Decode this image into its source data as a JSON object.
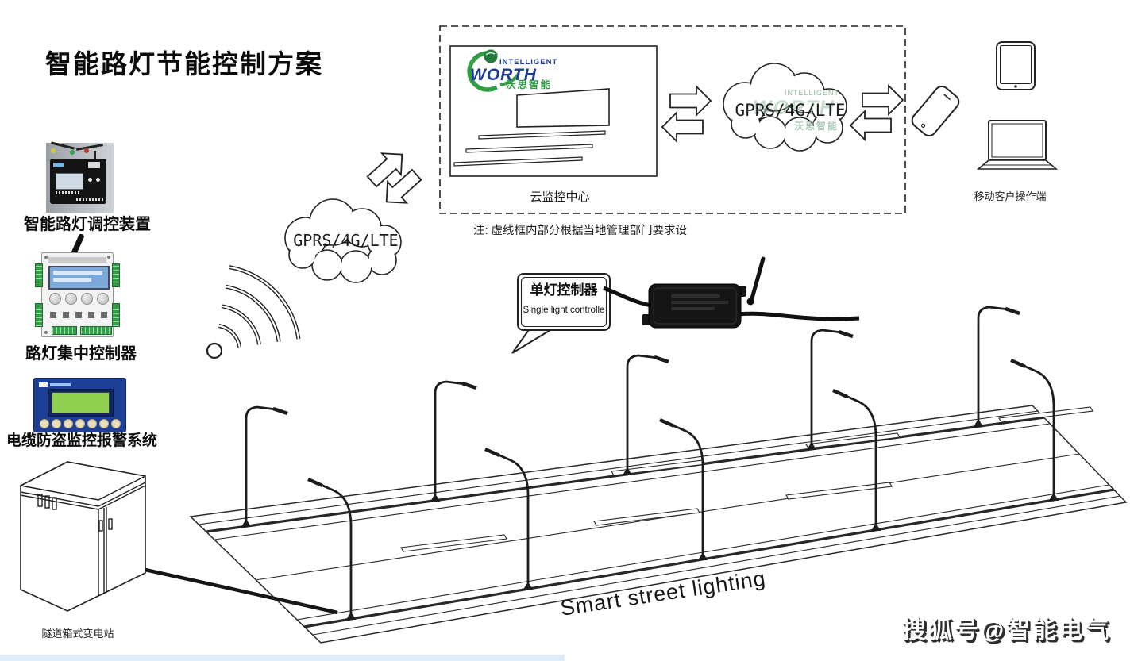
{
  "title": "智能路灯节能控制方案",
  "left_devices": {
    "items": [
      {
        "label": "智能路灯调控装置"
      },
      {
        "label": "路灯集中控制器"
      },
      {
        "label": "电缆防盗监控报警系统"
      }
    ]
  },
  "cabinet": {
    "label": "隧道箱式变电站"
  },
  "network": {
    "cloud_left_label": "GPRS/4G/LTE",
    "cloud_center_label": "GPRS/4G/LTE"
  },
  "monitoring_center": {
    "caption": "云监控中心",
    "logo_top": "INTELLIGENT",
    "logo_main": "WORTH",
    "logo_cn": "沃思智能"
  },
  "cloud_watermark": {
    "top": "INTELLIGENT",
    "main": "WORTH",
    "cn": "沃思智能"
  },
  "note": "注: 虚线框内部分根据当地管理部门要求设",
  "callout": {
    "title": "单灯控制器",
    "subtitle": "Single light controlle"
  },
  "mobile_clients": {
    "label": "移动客户操作端"
  },
  "road": {
    "label": "Smart street lighting"
  },
  "site_watermark": "搜狐号@智能电气",
  "colors": {
    "line": "#222222",
    "brand_green": "#2f9e44",
    "brand_navy": "#1e3c96",
    "device_panel_blue": "#1d3f96",
    "lcd_green": "#8fd14f",
    "lcd_blue": "#7ea8d8",
    "watermark_text": "#ffffff",
    "watermark_shadow": "#2e2e2e"
  }
}
